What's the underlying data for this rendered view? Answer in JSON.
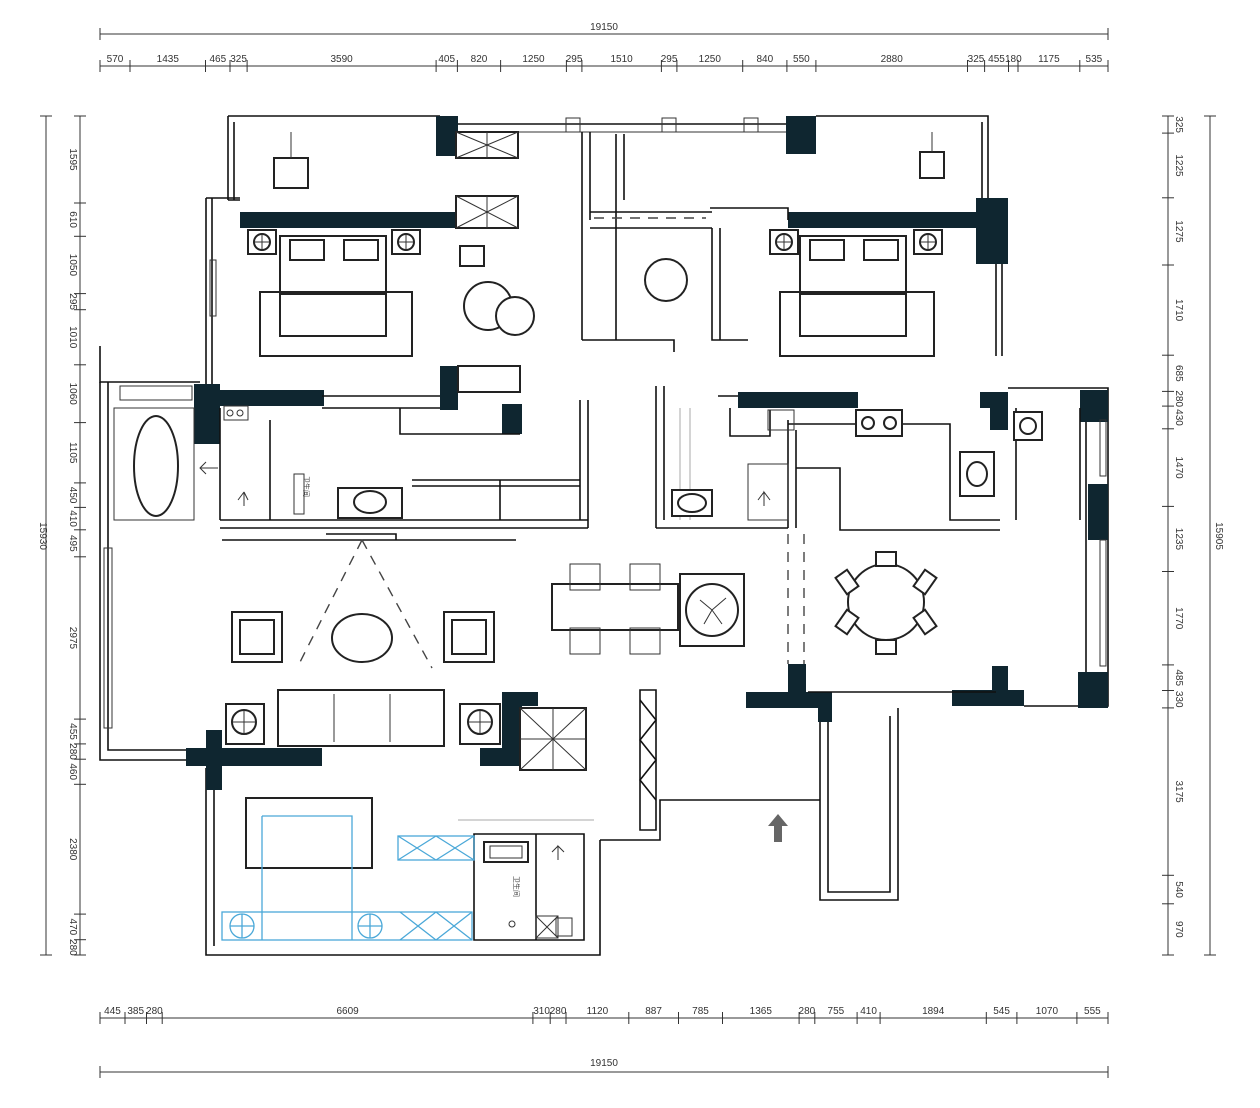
{
  "plan": {
    "top_total": "19150",
    "bottom_total": "19150",
    "left_total": "15930",
    "right_total": "15905",
    "top_segments": [
      "570",
      "1435",
      "465",
      "325",
      "3590",
      "405",
      "820",
      "1250",
      "295",
      "1510",
      "295",
      "1250",
      "840",
      "550",
      "2880",
      "325",
      "455",
      "180",
      "1175",
      "535"
    ],
    "bottom_segments": [
      "445",
      "385",
      "280",
      "6609",
      "310",
      "280",
      "1120",
      "887",
      "785",
      "1365",
      "280",
      "755",
      "410",
      "1894",
      "545",
      "1070",
      "555"
    ],
    "left_segments": [
      "1595",
      "610",
      "1050",
      "295",
      "1010",
      "1060",
      "1105",
      "450",
      "410",
      "495",
      "2975",
      "455",
      "280",
      "460",
      "2380",
      "470",
      "280"
    ],
    "right_segments": [
      "325",
      "1225",
      "1275",
      "1710",
      "685",
      "280",
      "430",
      "1470",
      "1235",
      "1770",
      "485",
      "330",
      "3175",
      "540",
      "970"
    ],
    "room_labels": {
      "bath_left": "卫生间",
      "bath_bottom": "卫生间"
    }
  },
  "colors": {
    "wall": "#0f2630",
    "line": "#111111",
    "accent_blue": "#4aa8d8",
    "entrance_arrow": "#666666"
  }
}
